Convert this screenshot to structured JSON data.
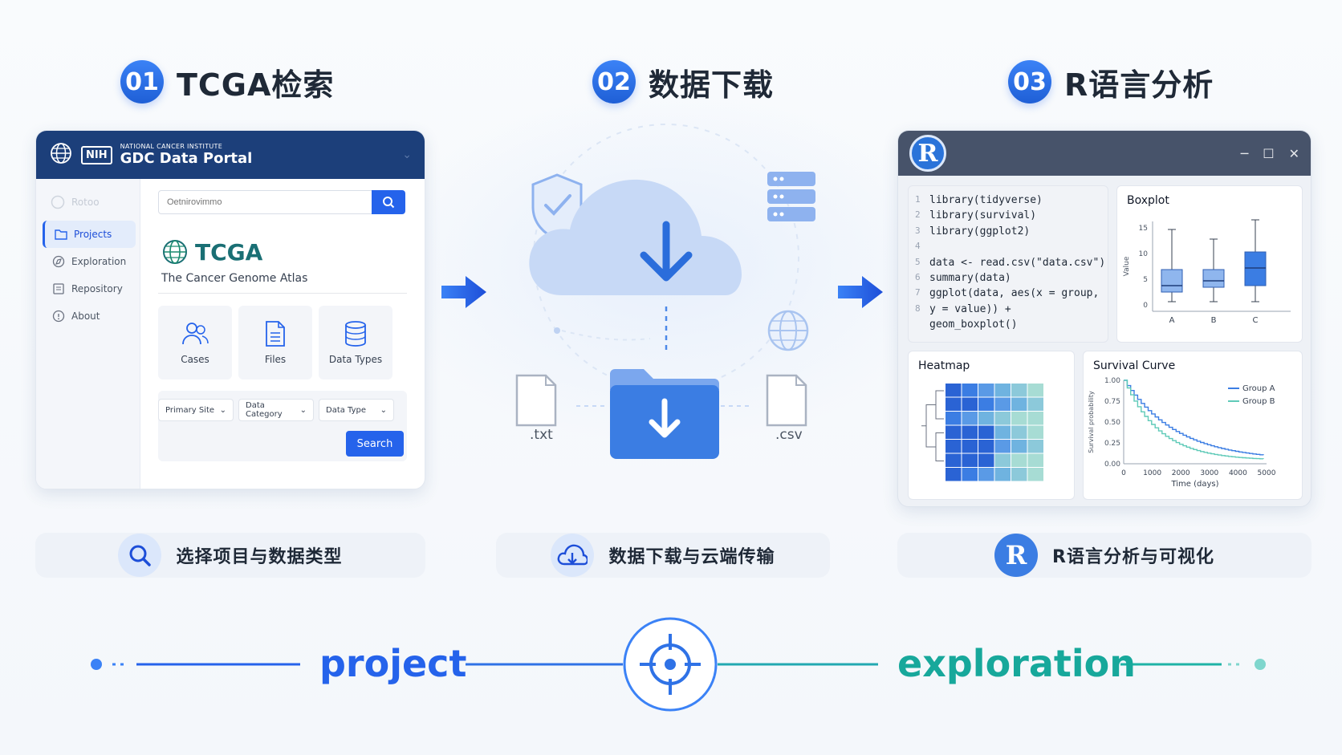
{
  "steps": [
    {
      "num": "01",
      "title": "TCGA检索"
    },
    {
      "num": "02",
      "title": "数据下载"
    },
    {
      "num": "03",
      "title": "R语言分析"
    }
  ],
  "gdc": {
    "org": "NATIONAL CANCER INSTITUTE",
    "nih": "NIH",
    "portal": "GDC Data Portal",
    "side_logo": "Rotoo",
    "nav": [
      "Projects",
      "Exploration",
      "Repository",
      "About"
    ],
    "search_placeholder": "Oetnirovimmo",
    "tcga_title": "TCGA",
    "tcga_subtitle": "The Cancer Genome Atlas",
    "tiles": [
      "Cases",
      "Files",
      "Data Types"
    ],
    "filters": [
      "Primary Site",
      "Data Category",
      "Data Type"
    ],
    "search_button": "Search"
  },
  "download": {
    "file_left": ".txt",
    "file_right": ".csv"
  },
  "rwin": {
    "badge": "R",
    "code": [
      {
        "n": "1",
        "t": "library(tidyverse)"
      },
      {
        "n": "2",
        "t": "library(survival)"
      },
      {
        "n": "3",
        "t": "library(ggplot2)"
      },
      {
        "n": "4",
        "t": ""
      },
      {
        "n": "5",
        "t": "data <- read.csv(\"data.csv\")"
      },
      {
        "n": "6",
        "t": "summary(data)"
      },
      {
        "n": "7",
        "t": "ggplot(data, aes(x = group,"
      },
      {
        "n": "8",
        "t": "  y = value)) +"
      },
      {
        "n": "",
        "t": "  geom_boxplot()"
      }
    ],
    "boxplot_title": "Boxplot",
    "boxplot_ylabel": "Value",
    "boxplot_yticks": [
      "15",
      "10",
      "5",
      "0"
    ],
    "boxplot_categories": [
      "A",
      "B",
      "C"
    ],
    "heatmap_title": "Heatmap",
    "survival_title": "Survival Curve",
    "survival_ylabel": "Survival probability",
    "survival_xlabel": "Time (days)",
    "survival_yticks": [
      "1.00",
      "0.75",
      "0.50",
      "0.25",
      "0.00"
    ],
    "survival_xticks": [
      "0",
      "1000",
      "2000",
      "3000",
      "4000",
      "5000"
    ],
    "legend": [
      "Group A",
      "Group B"
    ]
  },
  "captions": [
    "选择项目与数据类型",
    "数据下载与云端传输",
    "R语言分析与可视化"
  ],
  "timeline": {
    "left_word": "project",
    "right_word": "exploration"
  },
  "colors": {
    "primary": "#2563eb",
    "navy": "#1c3f7a",
    "teal": "#1fb3a6",
    "r_header": "#47536a"
  }
}
